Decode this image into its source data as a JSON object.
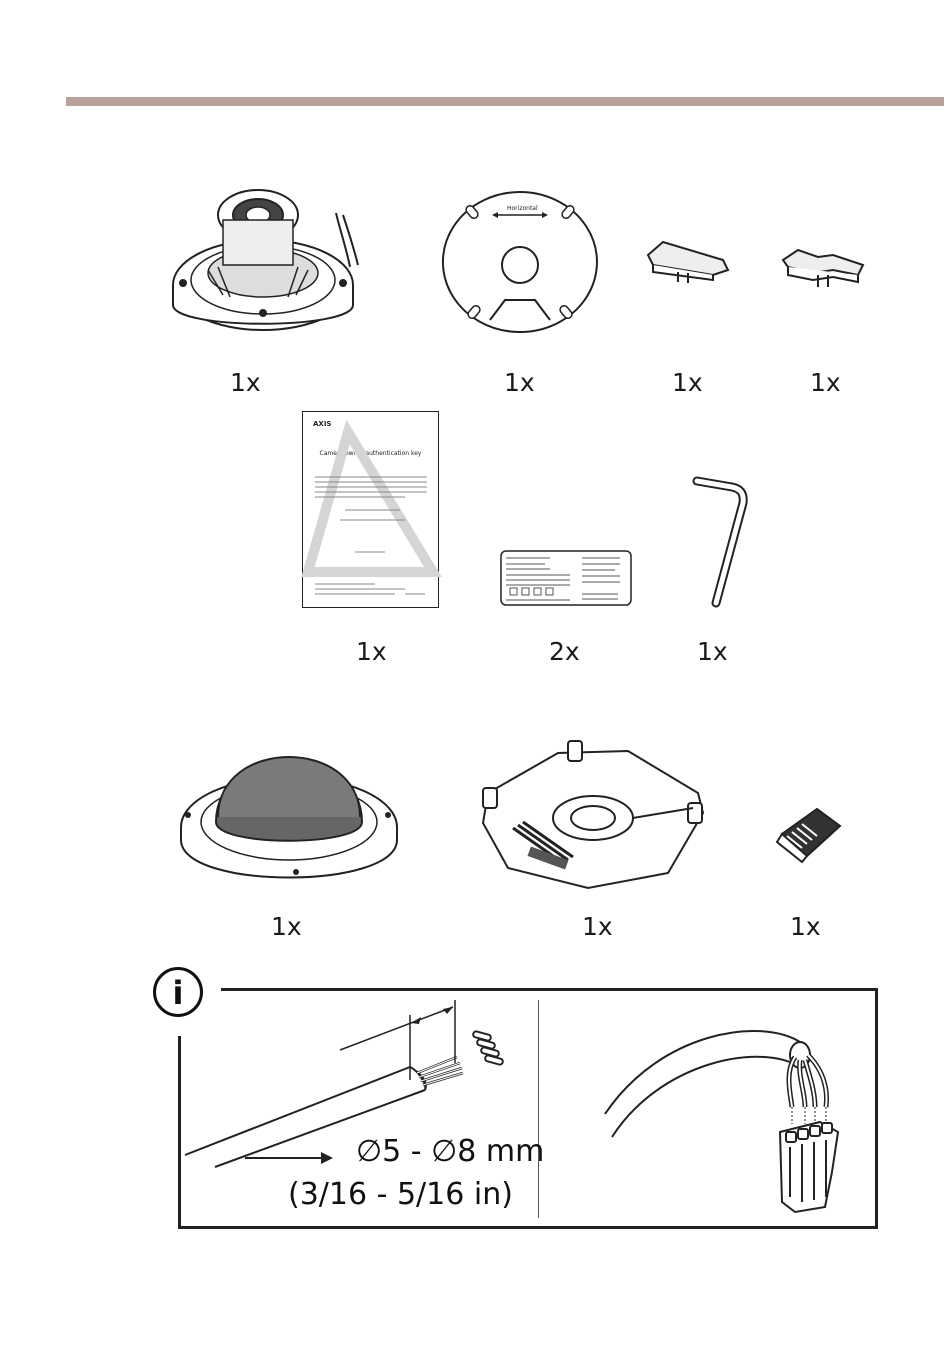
{
  "quantities": {
    "camera": "1x",
    "drill_template": "1x",
    "cable_clip_a": "1x",
    "cable_clip_b": "1x",
    "auth_key_document": "1x",
    "labels": "2x",
    "torx_key": "1x",
    "dome_cover": "1x",
    "mounting_bracket": "1x",
    "connector": "1x"
  },
  "template": {
    "horizontal_label": "Horizontal"
  },
  "document": {
    "brand": "AXIS",
    "title": "Camera owner authentication key"
  },
  "info": {
    "icon": "info-icon",
    "letter": "i",
    "diameter_sym": "∅",
    "dimension_metric_a": "5 -",
    "dimension_metric_b": "8 mm",
    "dimension_imperial": "(3/16 - 5/16 in)"
  },
  "colors": {
    "topbar": "#b7a198",
    "line": "#222222"
  }
}
